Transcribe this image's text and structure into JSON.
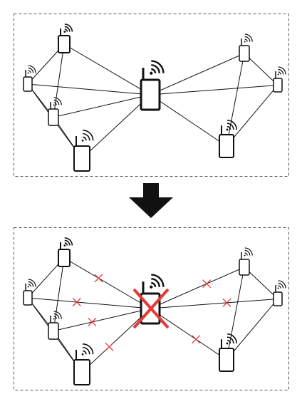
{
  "diagram": {
    "panels": [
      {
        "id": "before",
        "state": "hub-operational"
      },
      {
        "id": "after",
        "state": "hub-failed"
      }
    ],
    "transition": "arrow-down",
    "colors": {
      "line": "#111111",
      "frame": "#555555",
      "failure": "#e53935",
      "background": "#ffffff"
    },
    "icons": [
      "device-icon",
      "wifi-signal-icon",
      "broken-link-icon",
      "failure-cross-icon",
      "down-arrow-icon"
    ]
  }
}
